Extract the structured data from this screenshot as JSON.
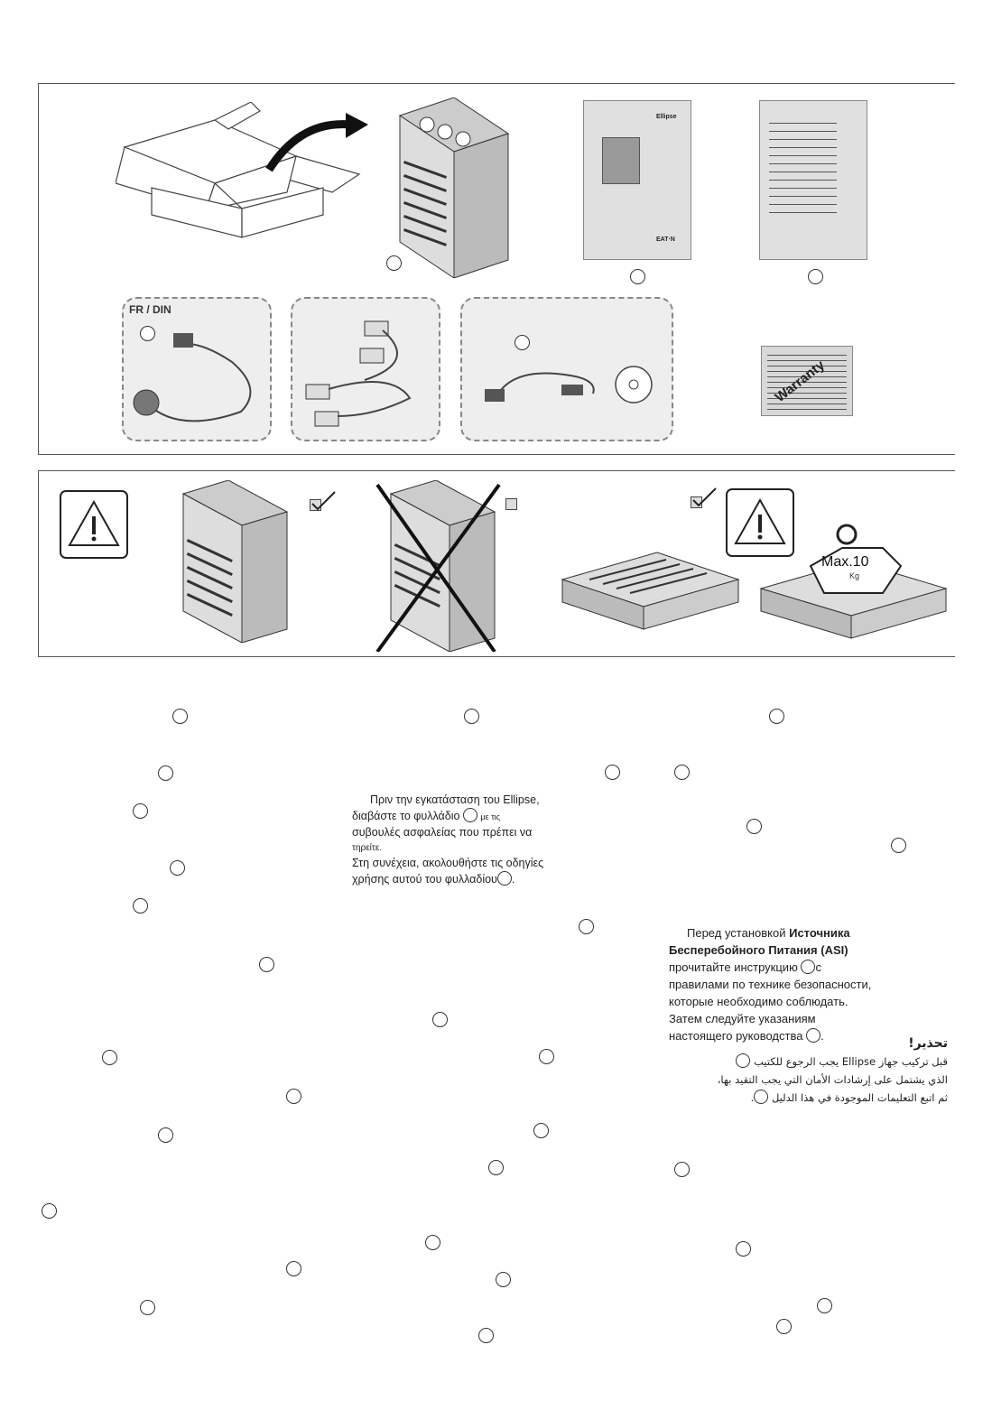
{
  "unpack": {
    "cord_label": "FR / DIN",
    "warranty_label": "Warranty",
    "manual_brand": "EAT·N",
    "manual_title": "Ellipse"
  },
  "handling": {
    "max_label": "Max.10",
    "kg_label": "Kg"
  },
  "greek": {
    "line1": "Πριν την εγκατάσταση του Ellipse,",
    "line2_pre": "διαβάστε το φυλλάδιο",
    "line2_post": "με τις",
    "line3": "συβουλές ασφαλείας που πρέπει να",
    "line4": "τηρείτε.",
    "line5": "Στη συνέχεια, ακολουθήστε τις οδηγίες",
    "line6": "χρήσης αυτού του φυλλαδίου"
  },
  "russian": {
    "line1_pre": "Перед установкой",
    "line1_bold": "Источника",
    "line2": "Бесперебойного Питания (ASI)",
    "line3_pre": "прочитайте инструкцию",
    "line3_post": "с",
    "line4": "правилами по технике безопасности,",
    "line5": "которые необходимо соблюдать.",
    "line6": "Затем следуйте указаниям",
    "line7": "настоящего руководства"
  },
  "arabic": {
    "title": "تحذير!",
    "line1": "قبل تركيب جهاز Ellipse يجب الرجوع للكتيب",
    "line2": "الذي يشتمل على إرشادات الأمان التي يجب التقيد بها،",
    "line3": "ثم اتبع التعليمات الموجودة في هذا الدليل"
  }
}
